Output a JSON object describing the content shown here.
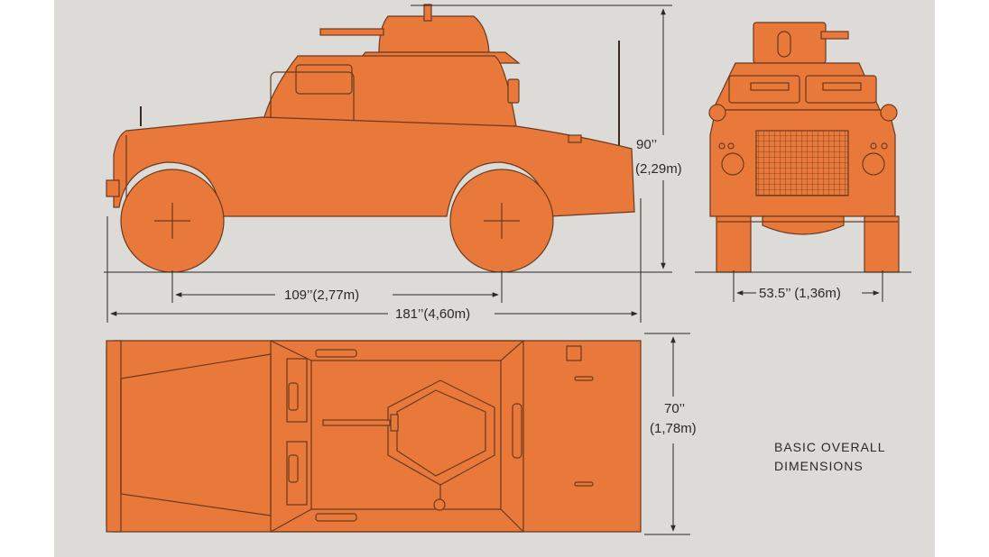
{
  "dimensions": {
    "height_in": "90’’",
    "height_m": "(2,29m)",
    "wheelbase": "109’’(2,77m)",
    "length": "181’’(4,60m)",
    "track": "53.5’’ (1,36m)",
    "width_in": "70’’",
    "width_m": "(1,78m)"
  },
  "caption": {
    "line1": "BASIC OVERALL",
    "line2": "DIMENSIONS"
  },
  "colors": {
    "vehicle": "#e8793a",
    "outline": "#6b3a1e",
    "paper": "#dcdbd8",
    "ink": "#2a2a2a"
  }
}
